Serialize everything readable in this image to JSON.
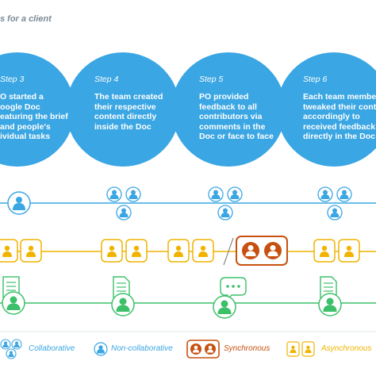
{
  "title": "s for a client",
  "steps": [
    {
      "label": "Step 3",
      "text": "O started a\noogle Doc\neaturing the brief\nand people's\nividual tasks"
    },
    {
      "label": "Step 4",
      "text": "The team created\ntheir respective\ncontent directly\ninside the Doc"
    },
    {
      "label": "Step 5",
      "text": "PO provided\nfeedback to all\ncontributors via\ncomments in the\nDoc or face to face"
    },
    {
      "label": "Step 6",
      "text": "Each team membe\ntweaked their conte\naccordingly to\nreceived feedback\ndirectly in the Doc"
    }
  ],
  "legend": {
    "collaborative": "Collaborative",
    "non_collaborative": "Non-collaborative",
    "synchronous": "Synchronous",
    "asynchronous": "Asynchronous"
  },
  "colors": {
    "blue": "#3aa6e3",
    "yellow": "#f0b400",
    "orange": "#c8500f",
    "green": "#3cc06a",
    "gray_line": "#c7cfd6",
    "text_blue": "#3aa6e3"
  }
}
